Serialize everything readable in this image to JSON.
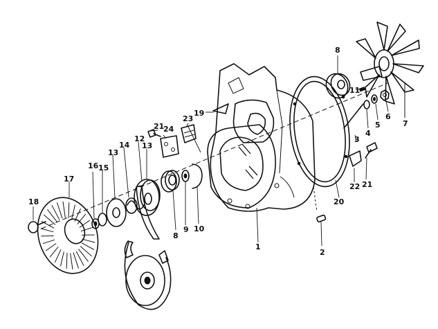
{
  "callouts": {
    "c1": "1",
    "c2": "2",
    "c3": "3",
    "c4": "4",
    "c5": "5",
    "c6": "6",
    "c7": "7",
    "c8a": "8",
    "c8b": "8",
    "c9": "9",
    "c10": "10",
    "c11": "11",
    "c12": "12",
    "c13a": "13",
    "c13b": "13",
    "c14": "14",
    "c15": "15",
    "c16": "16",
    "c17": "17",
    "c18": "18",
    "c19": "19",
    "c20": "20",
    "c21a": "21",
    "c21b": "21",
    "c22": "22",
    "c23": "23",
    "c24": "24"
  }
}
